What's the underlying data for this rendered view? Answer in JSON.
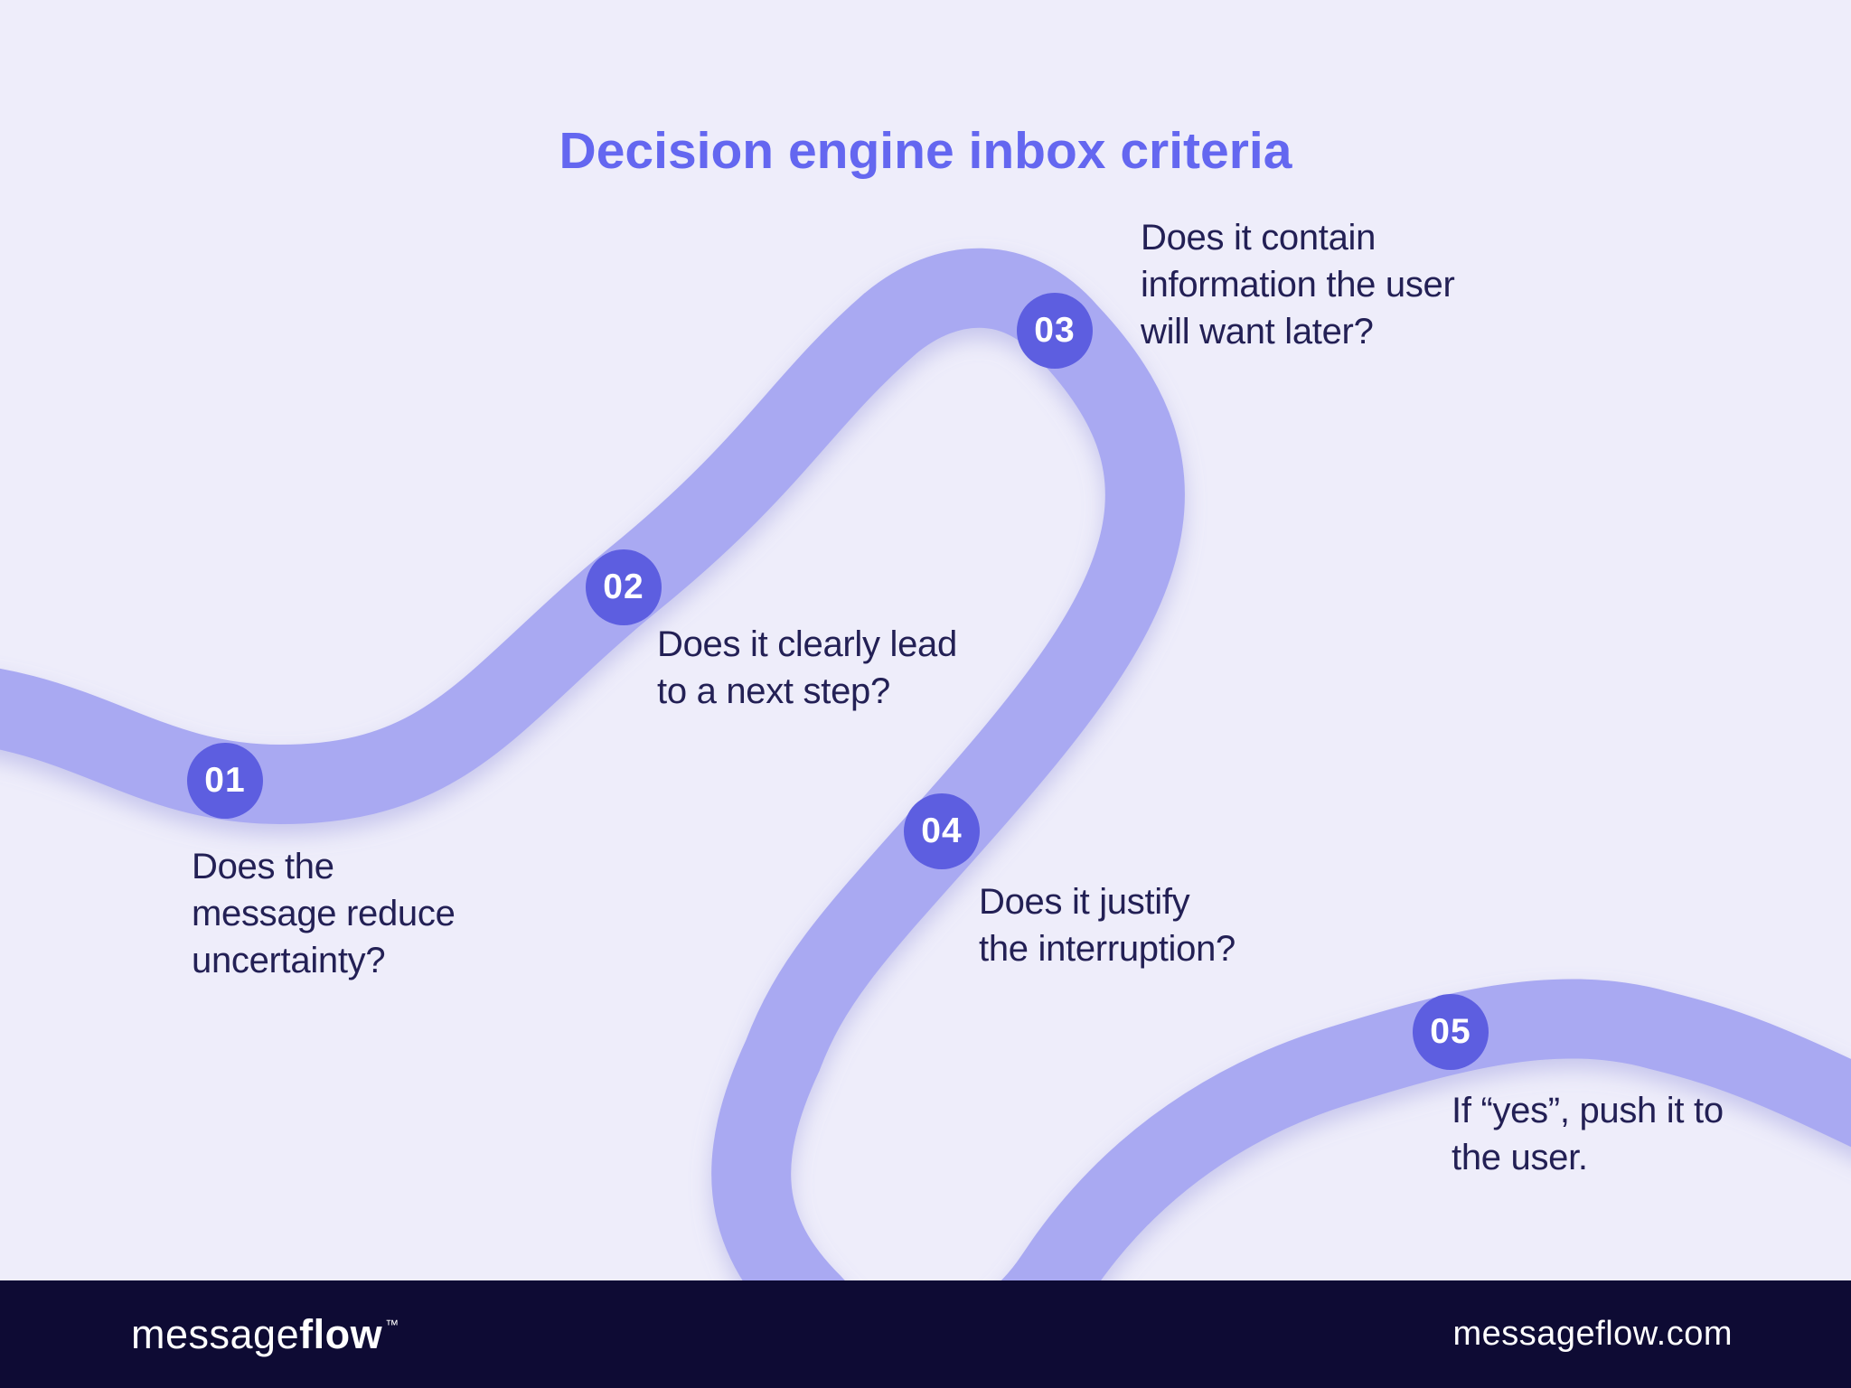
{
  "title": "Decision engine inbox criteria",
  "steps": [
    {
      "number": "01",
      "lines": [
        "Does the",
        "message reduce",
        "uncertainty?"
      ]
    },
    {
      "number": "02",
      "lines": [
        "Does it clearly lead",
        "to a next step?"
      ]
    },
    {
      "number": "03",
      "lines": [
        "Does it contain",
        "information the user",
        "will want later?"
      ]
    },
    {
      "number": "04",
      "lines": [
        "Does it justify",
        "the interruption?"
      ]
    },
    {
      "number": "05",
      "lines": [
        "If “yes”, push it to",
        "the user."
      ]
    }
  ],
  "footer": {
    "logo_regular": "message",
    "logo_bold": "flow",
    "trademark": "™",
    "website": "messageflow.com"
  },
  "colors": {
    "accent": "#6467f0",
    "band": "#a9a9f2",
    "circle": "#5d5ee0",
    "step_text": "#232055",
    "background": "#eeedfa",
    "footer_background": "#0e0b34",
    "footer_text": "#ffffff"
  }
}
